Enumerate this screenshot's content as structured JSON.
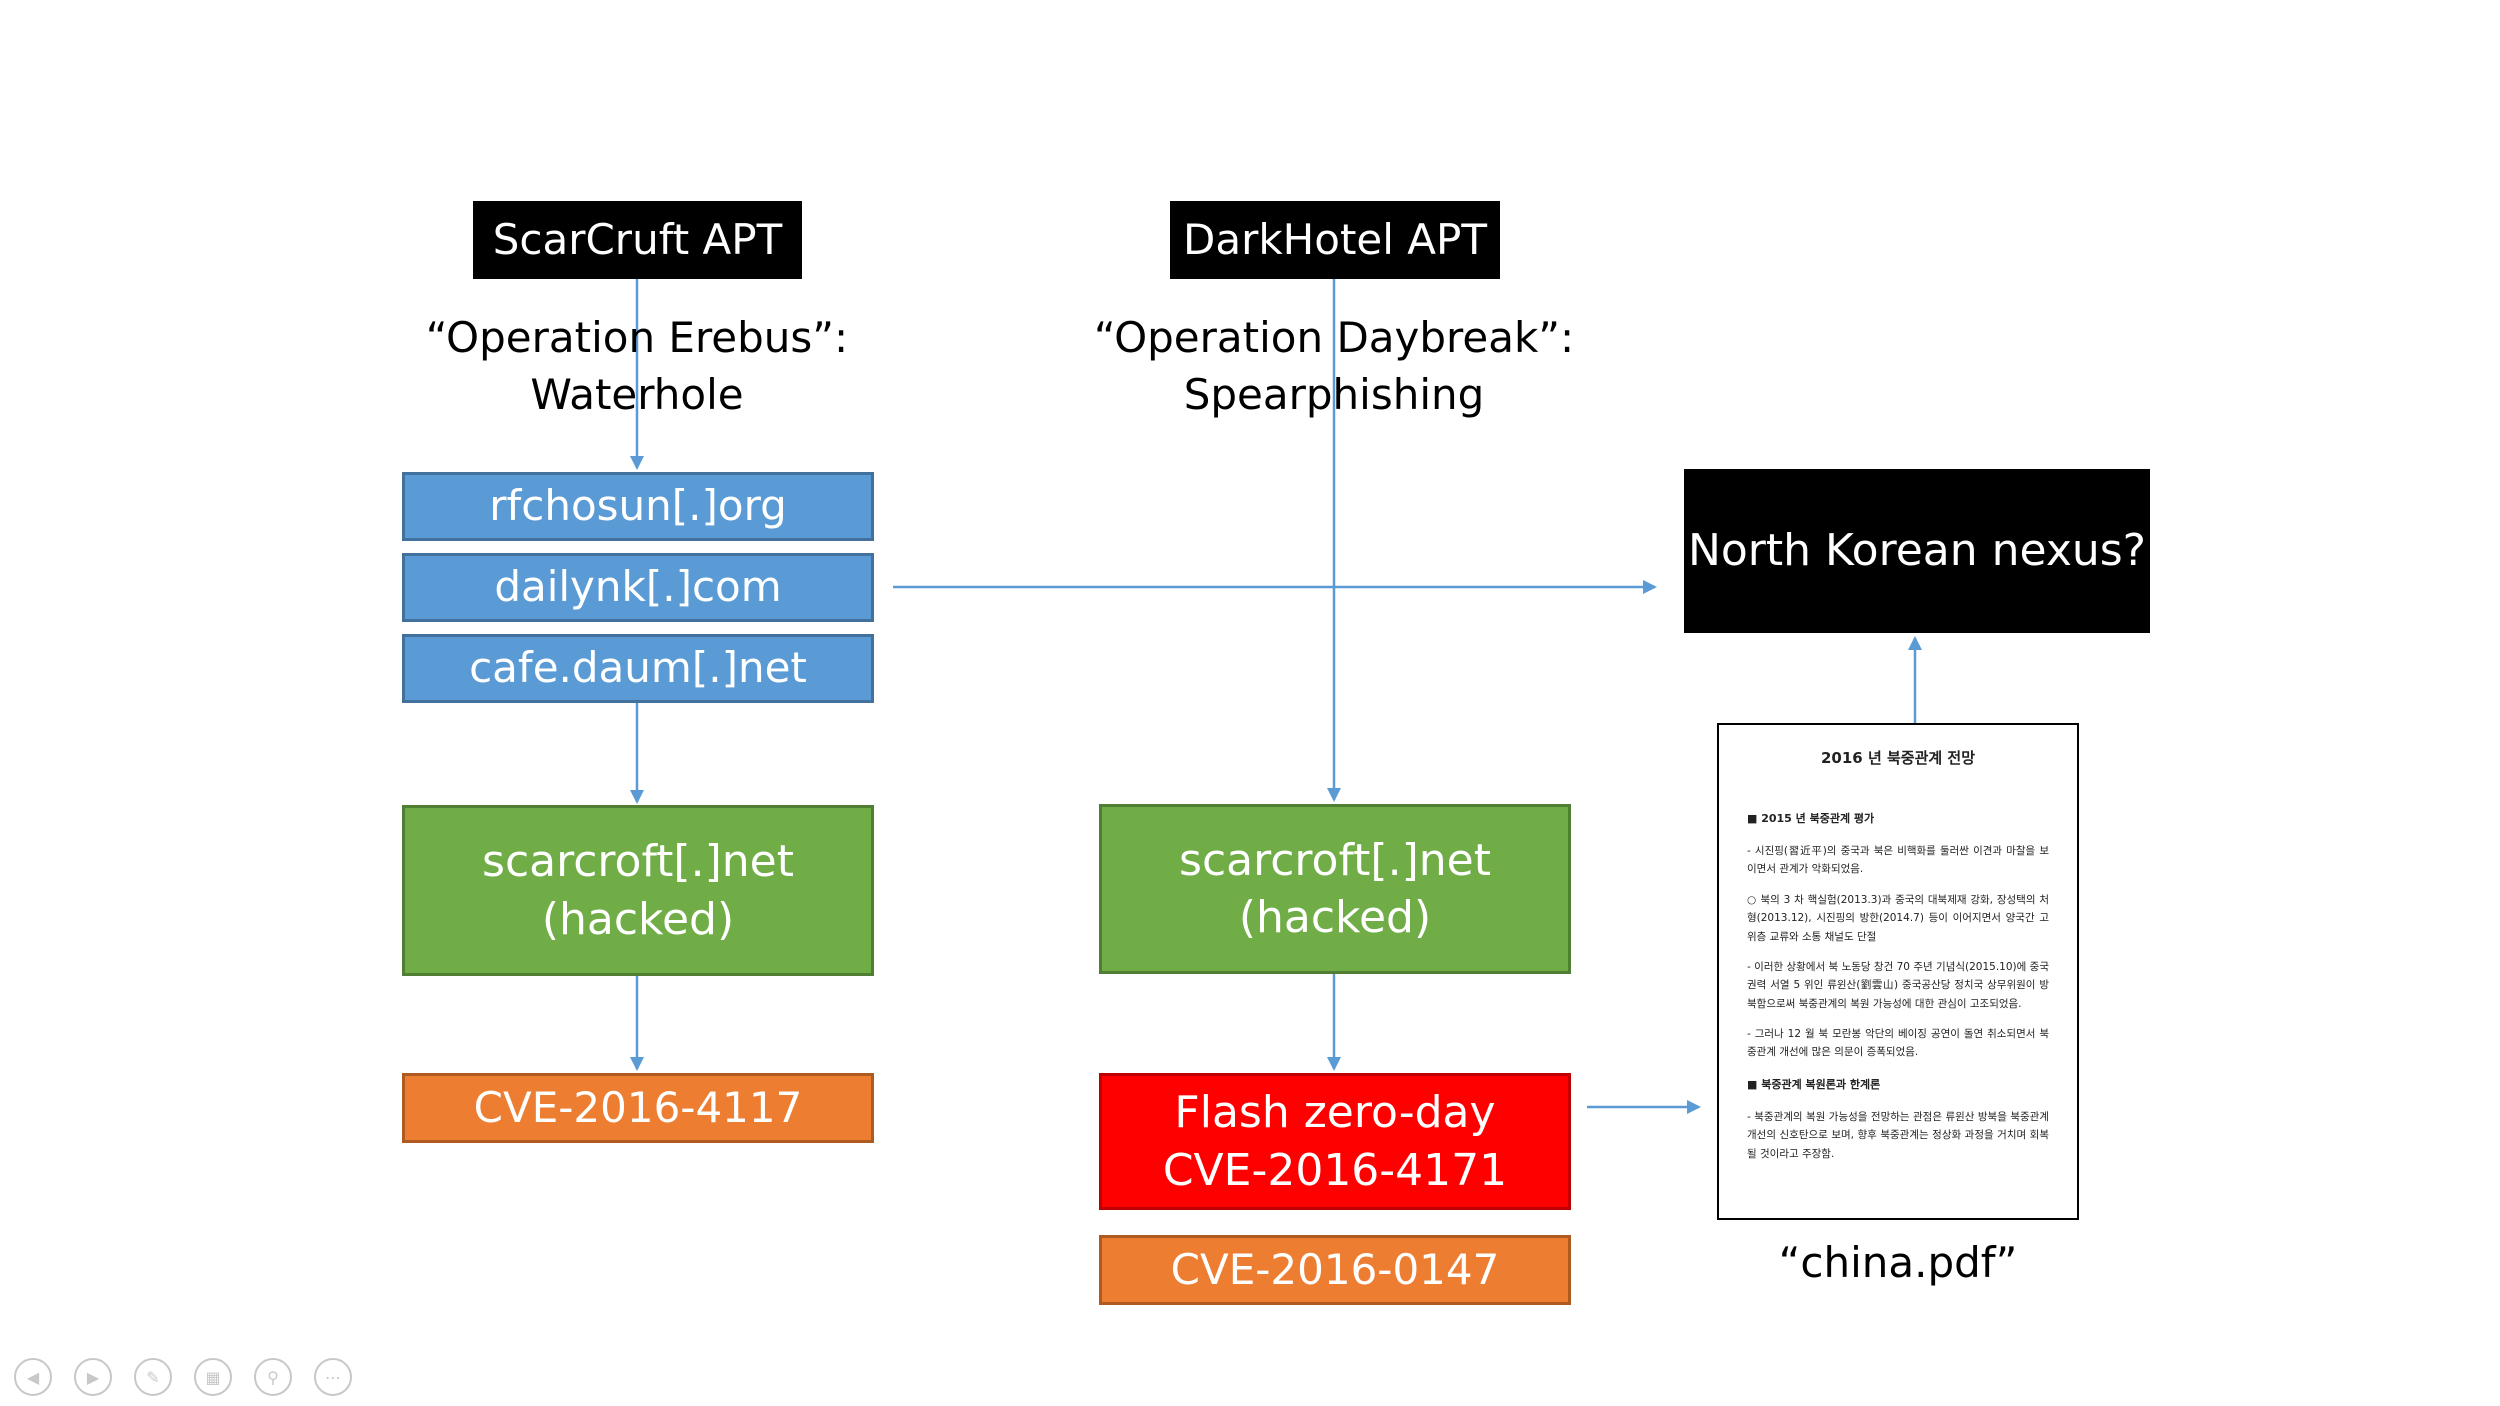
{
  "slide": {
    "scarcruft_apt": "ScarCruft APT",
    "darkhotel_apt": "DarkHotel APT",
    "erebus_label_line1": "“Operation Erebus”:",
    "erebus_label_line2": "Waterhole",
    "daybreak_label_line1": "“Operation Daybreak”:",
    "daybreak_label_line2": "Spearphishing",
    "site_1": "rfchosun[.]org",
    "site_2": "dailynk[.]com",
    "site_3": "cafe.daum[.]net",
    "hacked_left_line1": "scarcroft[.]net",
    "hacked_left_line2": "(hacked)",
    "hacked_right_line1": "scarcroft[.]net",
    "hacked_right_line2": "(hacked)",
    "cve_left": "CVE-2016-4117",
    "flash_line1": "Flash zero-day",
    "flash_line2": "CVE-2016-4171",
    "cve_right": "CVE-2016-0147",
    "nexus": "North Korean nexus?",
    "pdf_caption": "“china.pdf”"
  },
  "document": {
    "title": "2016 년 북중관계 전망",
    "section1": "■ 2015 년 북중관계 평가",
    "para1": "- 시진핑(習近平)의 중국과 북은 비핵화를 둘러싼 이견과 마찰을 보이면서 관계가 악화되었음.",
    "para2": "○ 북의 3 차 핵실험(2013.3)과 중국의 대북제재 강화, 장성택의 처형(2013.12), 시진핑의 방한(2014.7) 등이 이어지면서 양국간 고위층 교류와 소통 채널도 단절",
    "para3": "- 이러한 상황에서 북 노동당 창건 70 주년 기념식(2015.10)에 중국 권력 서열 5 위인 류윈산(劉雲山) 중국공산당 정치국 상무위원이 방북함으로써 북중관계의 복원 가능성에 대한 관심이 고조되었음.",
    "para4": "- 그러나 12 월 북 모란봉 악단의 베이징 공연이 돌연 취소되면서 북중관계 개선에 많은 의문이 증폭되었음.",
    "section2": "■ 북중관계 복원론과 한계론",
    "para5": "- 북중관계의 복원 가능성을 전망하는 관점은 류윈산 방북을 북중관계 개선의 신호탄으로 보며, 향후 북중관계는 정상화 과정을 거치며 회복될 것이라고 주장함."
  },
  "controls": {
    "icons": [
      "previous-icon",
      "next-icon",
      "pen-icon",
      "slides-icon",
      "zoom-icon",
      "more-icon"
    ]
  },
  "colors": {
    "blue": "#5b9bd5",
    "green": "#70ad47",
    "orange": "#ed7d31",
    "red": "#ff0000",
    "black": "#000000"
  }
}
